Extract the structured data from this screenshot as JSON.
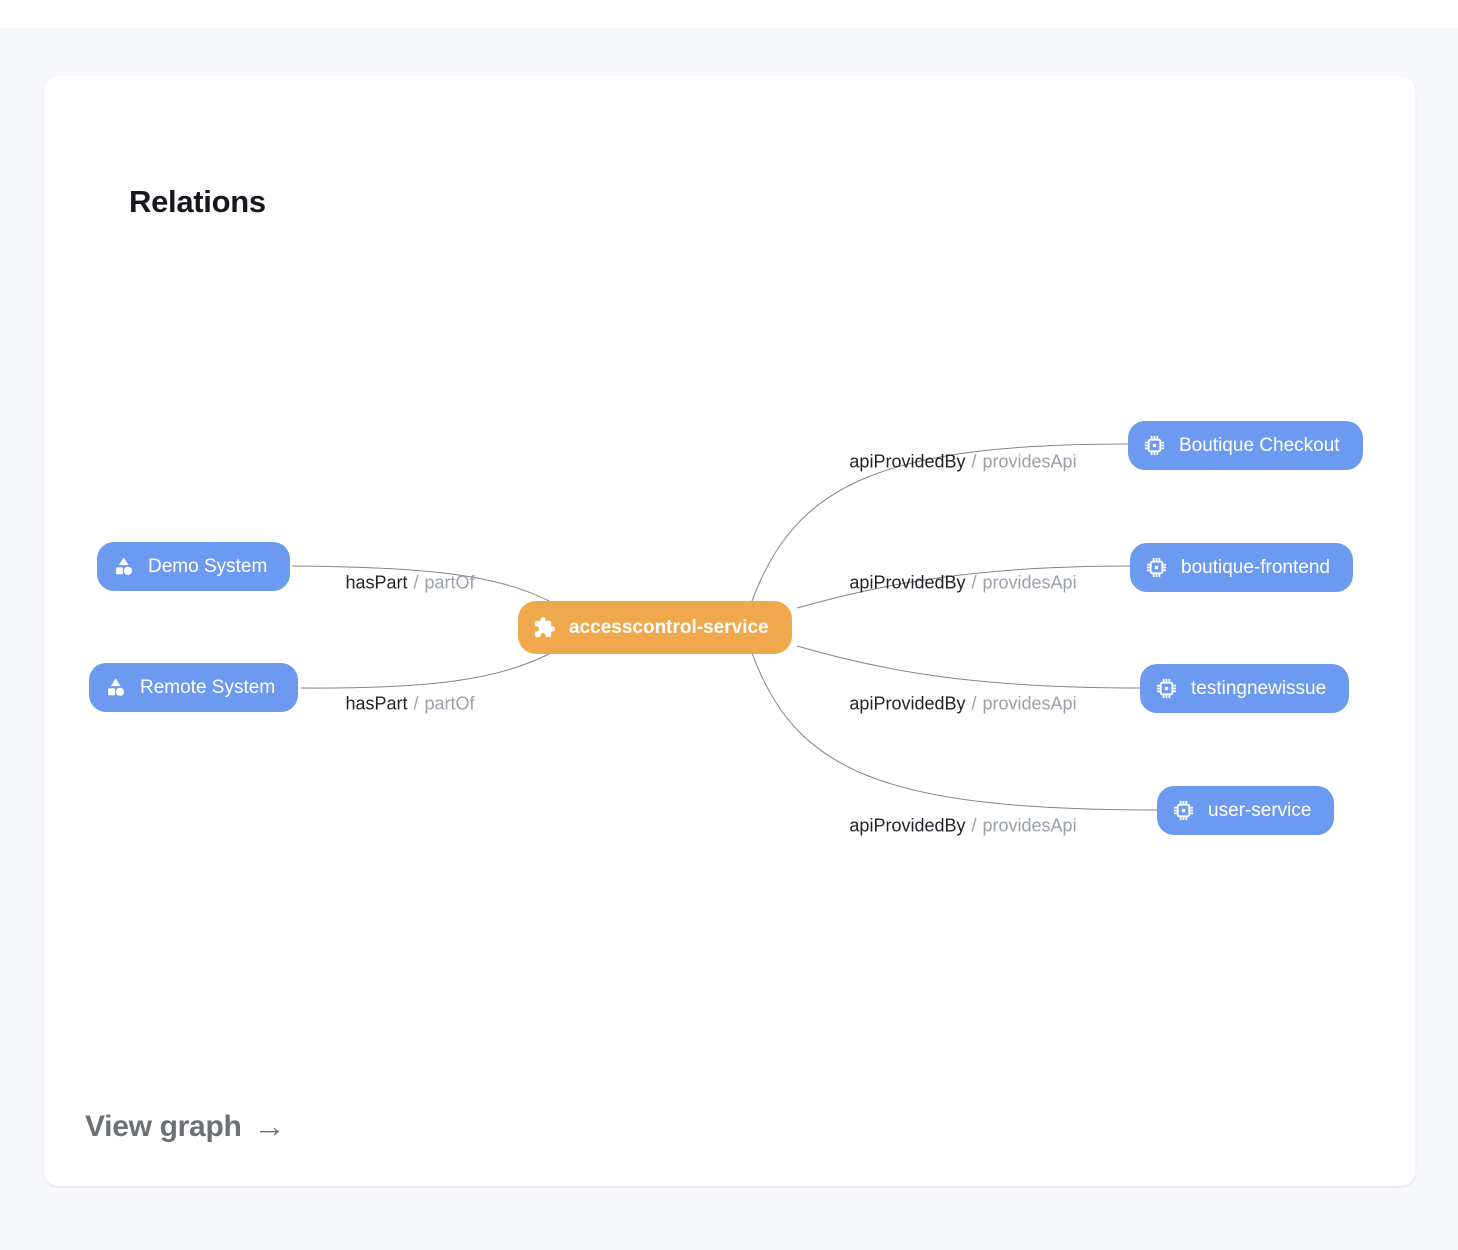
{
  "card": {
    "title": "Relations",
    "view_graph": {
      "label": "View graph",
      "arrow": "→"
    }
  },
  "colors": {
    "background": "#f7f8fb",
    "card": "#ffffff",
    "node_blue": "#6c9af0",
    "node_orange": "#f0a84c",
    "edge_line": "#858585",
    "edge_label_primary": "#1f2328",
    "edge_label_secondary": "#9ba1a9",
    "view_graph_text": "#6d7175"
  },
  "graph": {
    "center_node": {
      "label": "accesscontrol-service",
      "icon": "puzzle-icon"
    },
    "left_nodes": [
      {
        "label": "Demo System",
        "icon": "shapes-icon"
      },
      {
        "label": "Remote System",
        "icon": "shapes-icon"
      }
    ],
    "right_nodes": [
      {
        "label": "Boutique Checkout",
        "icon": "chip-icon"
      },
      {
        "label": "boutique-frontend",
        "icon": "chip-icon"
      },
      {
        "label": "testingnewissue",
        "icon": "chip-icon"
      },
      {
        "label": "user-service",
        "icon": "chip-icon"
      }
    ],
    "edge_separator": "/",
    "edges": [
      {
        "source": "Demo System",
        "target": "accesscontrol-service",
        "relation": "hasPart",
        "inverse": "partOf"
      },
      {
        "source": "Remote System",
        "target": "accesscontrol-service",
        "relation": "hasPart",
        "inverse": "partOf"
      },
      {
        "source": "accesscontrol-service",
        "target": "Boutique Checkout",
        "relation": "apiProvidedBy",
        "inverse": "providesApi"
      },
      {
        "source": "accesscontrol-service",
        "target": "boutique-frontend",
        "relation": "apiProvidedBy",
        "inverse": "providesApi"
      },
      {
        "source": "accesscontrol-service",
        "target": "testingnewissue",
        "relation": "apiProvidedBy",
        "inverse": "providesApi"
      },
      {
        "source": "accesscontrol-service",
        "target": "user-service",
        "relation": "apiProvidedBy",
        "inverse": "providesApi"
      }
    ]
  }
}
